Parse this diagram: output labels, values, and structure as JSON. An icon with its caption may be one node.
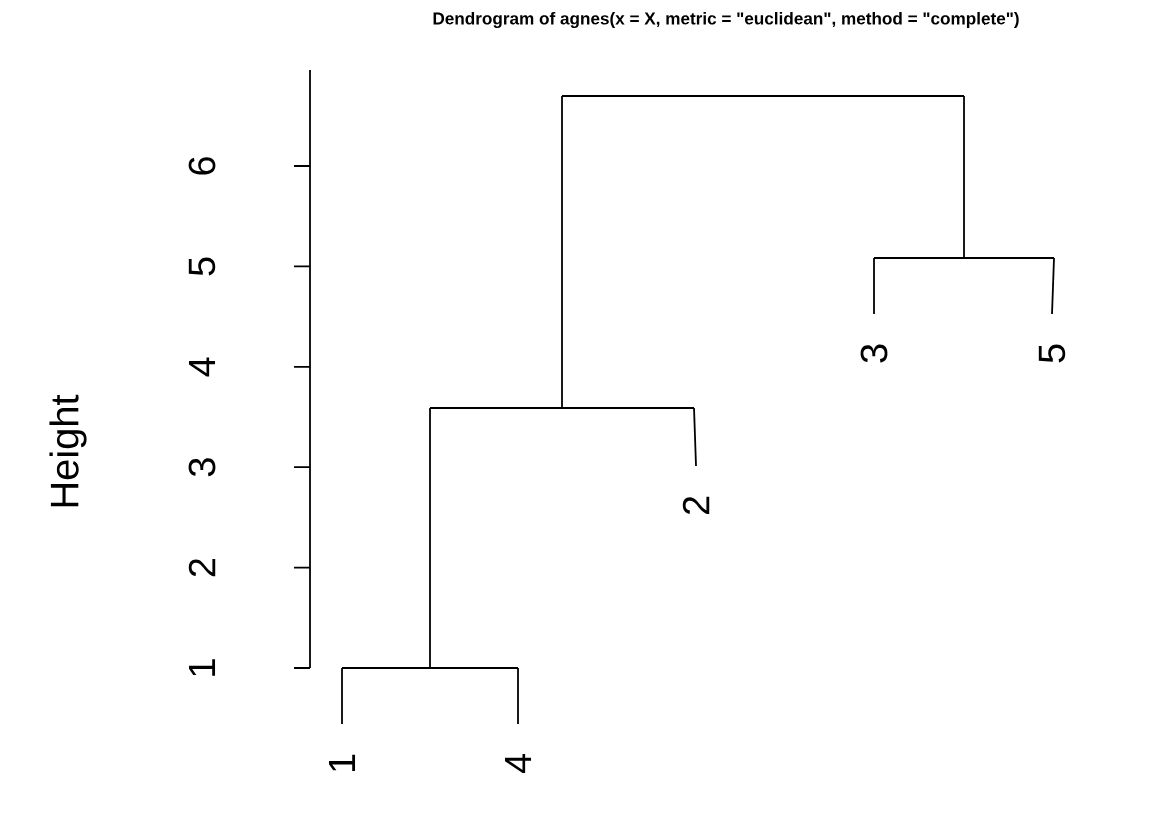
{
  "diagram": {
    "title": "Dendrogram of  agnes(x = X, metric = \"euclidean\", method = \"complete\")",
    "nodes": [
      {
        "text": [
          "1"
        ]
      },
      {
        "text": [
          "4"
        ]
      },
      {
        "text": [
          "2"
        ]
      },
      {
        "text": [
          "3"
        ]
      },
      {
        "text": [
          "5"
        ]
      },
      {
        "text": [],
        "shape": "bar"
      },
      {
        "text": [],
        "shape": "bar"
      },
      {
        "text": [],
        "shape": "bar"
      },
      {
        "text": [],
        "shape": "bar"
      }
    ],
    "edges": [
      {
        "from": 5,
        "to": 0,
        "arrow": "none"
      },
      {
        "from": 5,
        "to": 1,
        "arrow": "none"
      },
      {
        "from": 6,
        "to": 5,
        "arrow": "none"
      },
      {
        "from": 6,
        "to": 2,
        "arrow": "none"
      },
      {
        "from": 7,
        "to": 6,
        "arrow": "none"
      },
      {
        "from": 7,
        "to": 8,
        "arrow": "none"
      },
      {
        "from": 8,
        "to": 3,
        "arrow": "none"
      },
      {
        "from": 8,
        "to": 4,
        "arrow": "none"
      }
    ],
    "labels": [
      "Height",
      "1",
      "2",
      "3",
      "4",
      "5",
      "6"
    ]
  }
}
